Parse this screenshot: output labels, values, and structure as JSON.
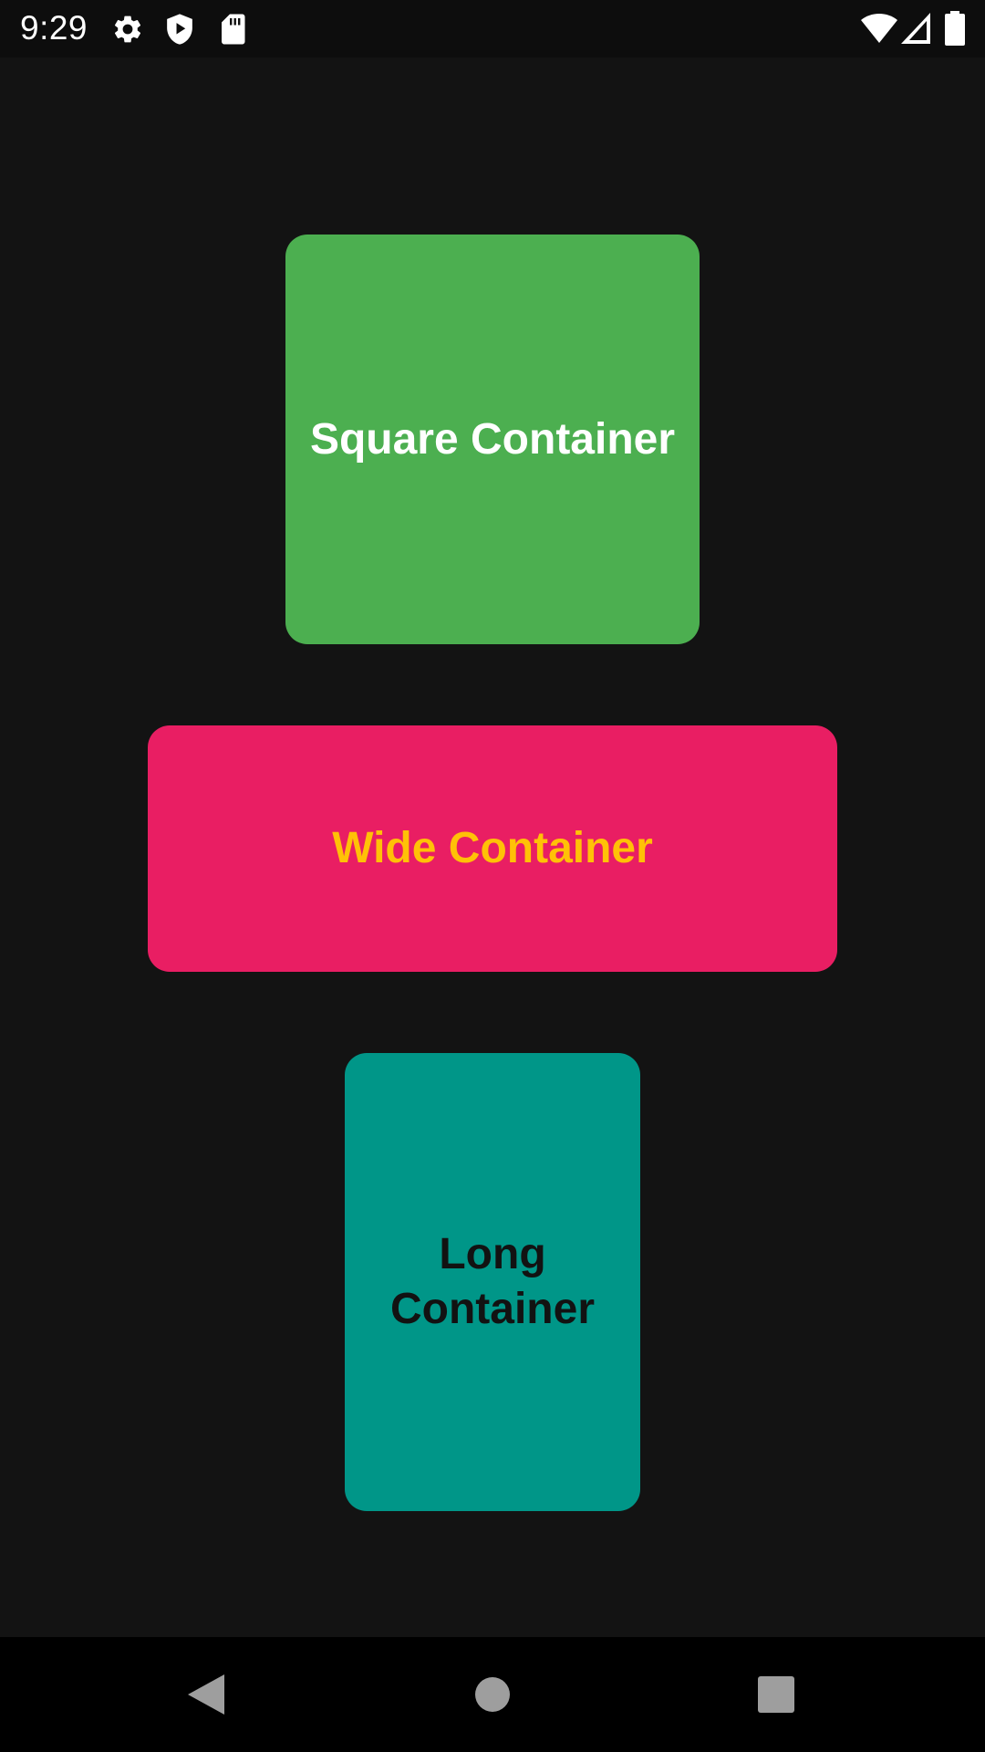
{
  "status_bar": {
    "time": "9:29",
    "left_icons": [
      "gear-icon",
      "shield-play-icon",
      "sd-card-icon"
    ],
    "right_icons": [
      "wifi-icon",
      "cellular-signal-icon",
      "battery-icon"
    ]
  },
  "containers": {
    "square": {
      "label": "Square Container",
      "background": "#4CAF50",
      "text_color": "#FFFFFF"
    },
    "wide": {
      "label": "Wide Container",
      "background": "#E91E63",
      "text_color": "#FFC107"
    },
    "long": {
      "label": "Long Container",
      "background": "#009688",
      "text_color": "#121212"
    }
  },
  "nav_bar": {
    "buttons": [
      "back-icon",
      "home-icon",
      "recents-icon"
    ]
  },
  "colors": {
    "background": "#131313",
    "status_bar": "#0D0D0D",
    "nav_bar": "#000000",
    "nav_icon": "#9E9E9E"
  }
}
